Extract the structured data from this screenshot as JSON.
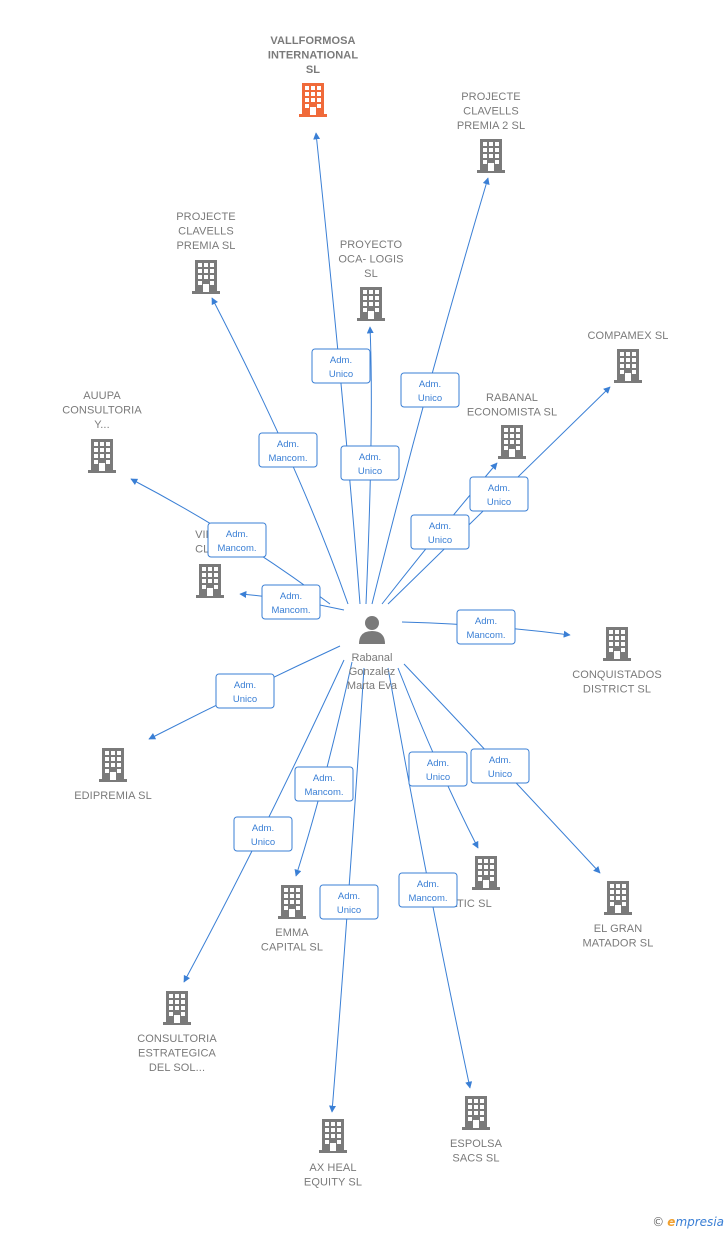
{
  "center": {
    "name_lines": [
      "Rabanal",
      "Gonzalez",
      "Marta Eva"
    ]
  },
  "colors": {
    "edge": "#3a7fd5",
    "building": "#7a7a7a",
    "focus_building": "#f06a3a",
    "person": "#7a7a7a"
  },
  "companies": [
    {
      "id": "vallformosa",
      "lines": [
        "VALLFORMOSA",
        "INTERNATIONAL",
        "SL"
      ],
      "focus": true,
      "role": [
        "Adm.",
        "Unico"
      ]
    },
    {
      "id": "clavells2",
      "lines": [
        "PROJECTE",
        "CLAVELLS",
        "PREMIA 2  SL"
      ],
      "role": [
        "Adm.",
        "Unico"
      ]
    },
    {
      "id": "clavells",
      "lines": [
        "PROJECTE",
        "CLAVELLS",
        "PREMIA  SL"
      ],
      "role": [
        "Adm.",
        "Mancom."
      ]
    },
    {
      "id": "oca",
      "lines": [
        "PROYECTO",
        "OCA- LOGIS",
        "SL"
      ],
      "role": [
        "Adm.",
        "Unico"
      ]
    },
    {
      "id": "compamex",
      "lines": [
        "COMPAMEX SL"
      ],
      "role": [
        "Adm.",
        "Unico"
      ]
    },
    {
      "id": "rabanal_eco",
      "lines": [
        "RABANAL",
        "ECONOMISTA SL"
      ],
      "role": [
        "Adm.",
        "Unico"
      ]
    },
    {
      "id": "aupa",
      "lines": [
        "AUUPA",
        "CONSULTORIA",
        "Y..."
      ],
      "role": [
        "Adm.",
        "Mancom."
      ]
    },
    {
      "id": "vinid",
      "lines": [
        "VINID",
        "CLOT"
      ],
      "role": [
        "Adm.",
        "Mancom."
      ]
    },
    {
      "id": "conquistados",
      "lines": [
        "CONQUISTADOS",
        "DISTRICT  SL"
      ],
      "role": [
        "Adm.",
        "Mancom."
      ]
    },
    {
      "id": "edipremia",
      "lines": [
        "EDIPREMIA  SL"
      ],
      "role": [
        "Adm.",
        "Unico"
      ]
    },
    {
      "id": "emma",
      "lines": [
        "EMMA",
        "CAPITAL  SL"
      ],
      "role": [
        "Adm.",
        "Mancom."
      ]
    },
    {
      "id": "tovoltic",
      "lines": [
        "TOVOLTIC SL"
      ],
      "role": [
        "Adm.",
        "Unico"
      ]
    },
    {
      "id": "granmatador",
      "lines": [
        "EL GRAN",
        "MATADOR  SL"
      ],
      "role": [
        "Adm.",
        "Unico"
      ]
    },
    {
      "id": "consultoria",
      "lines": [
        "CONSULTORIA",
        "ESTRATEGICA",
        "DEL SOL..."
      ],
      "role": [
        "Adm.",
        "Unico"
      ]
    },
    {
      "id": "axheal",
      "lines": [
        "AX HEAL",
        "EQUITY  SL"
      ],
      "role": [
        "Adm.",
        "Unico"
      ]
    },
    {
      "id": "esposa",
      "lines": [
        "ESPOLSA",
        "SACS  SL"
      ],
      "role": [
        "Adm.",
        "Mancom."
      ]
    }
  ],
  "footer": {
    "copyright": "©",
    "brand_e": "e",
    "brand_rest": "mpresia"
  }
}
